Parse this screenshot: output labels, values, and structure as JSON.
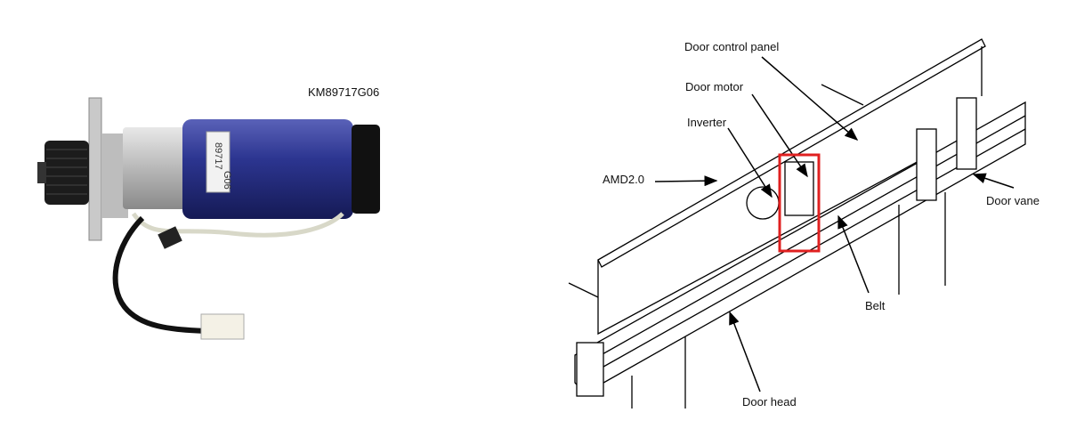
{
  "product": {
    "part_number": "KM89717G06",
    "motor_label_line1": "89717",
    "motor_label_line2": "G06"
  },
  "diagram": {
    "labels": {
      "door_control_panel": "Door control panel",
      "door_motor": "Door motor",
      "inverter": "Inverter",
      "amd": "AMD2.0",
      "door_vane": "Door vane",
      "belt": "Belt",
      "door_head": "Door head"
    },
    "highlight_color": "#e02020"
  }
}
